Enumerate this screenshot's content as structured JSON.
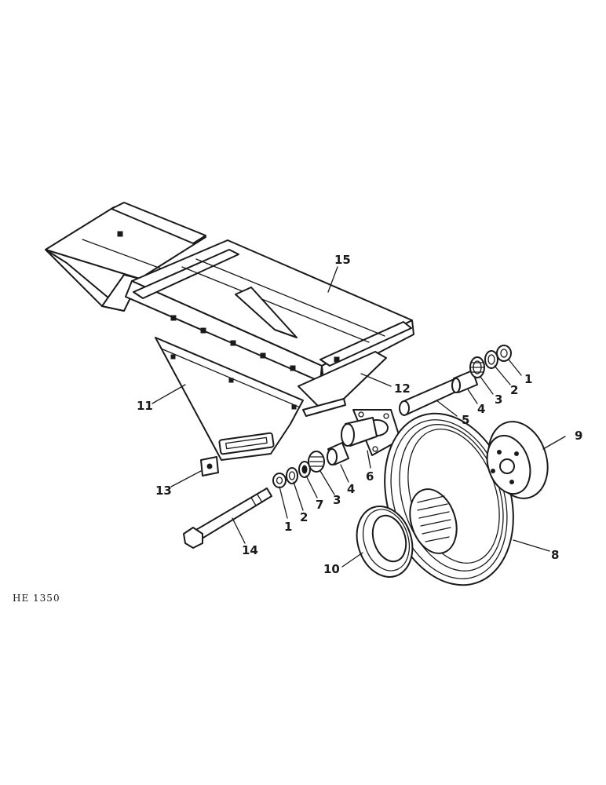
{
  "drawing_ref": "HE 1350",
  "parts": {
    "p1a": "1",
    "p1b": "1",
    "p2a": "2",
    "p2b": "2",
    "p3a": "3",
    "p3b": "3",
    "p4a": "4",
    "p4b": "4",
    "p5": "5",
    "p6": "6",
    "p7": "7",
    "p8": "8",
    "p9": "9",
    "p10": "10",
    "p11": "11",
    "p12": "12",
    "p13": "13",
    "p14": "14",
    "p15": "15"
  }
}
